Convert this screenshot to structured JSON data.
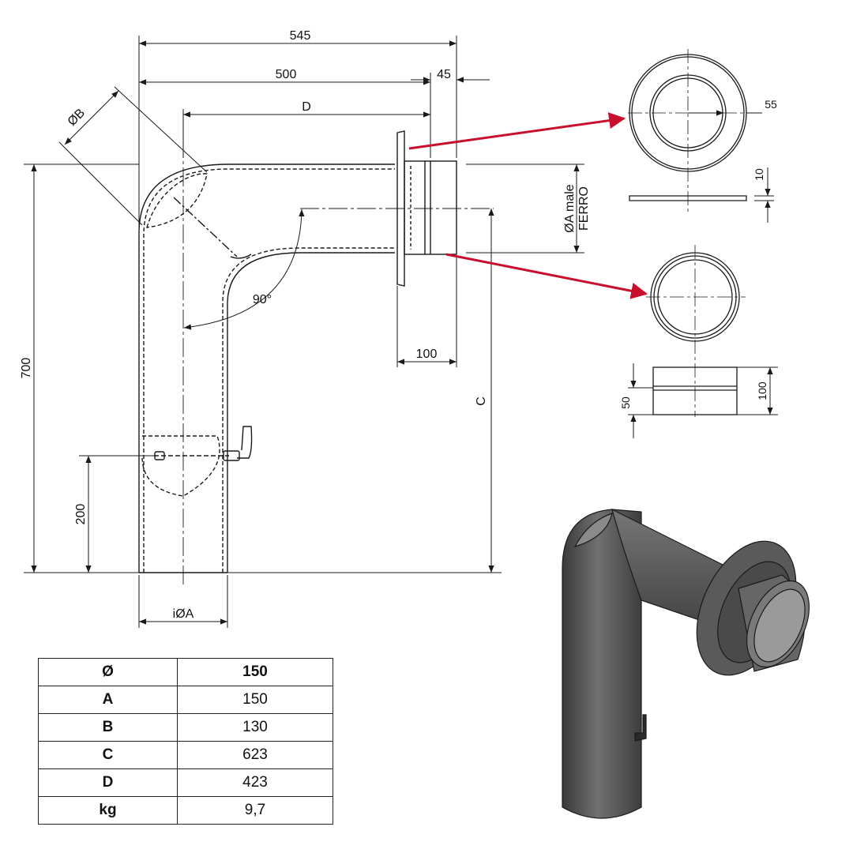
{
  "dimensions": {
    "overall_width": "545",
    "bend_width": "500",
    "collar_width": "45",
    "d_label": "D",
    "b_label": "ØB",
    "height": "700",
    "inspection_height": "200",
    "angle": "90°",
    "socket_length": "100",
    "c_label": "C",
    "inner_diameter": "iØA",
    "male_diameter_line1": "ØA male",
    "male_diameter_line2": "FERRO",
    "plate_rim": "55",
    "plate_thickness": "10",
    "ring_height": "100",
    "ring_bead": "50"
  },
  "table": {
    "rows": [
      {
        "key": "Ø",
        "value": "150"
      },
      {
        "key": "A",
        "value": "150"
      },
      {
        "key": "B",
        "value": "130"
      },
      {
        "key": "C",
        "value": "623"
      },
      {
        "key": "D",
        "value": "423"
      },
      {
        "key": "kg",
        "value": "9,7"
      }
    ]
  },
  "colors": {
    "line": "#1a1a1a",
    "arrow": "#c8102e",
    "pipe_render": "#5f5f5f"
  }
}
